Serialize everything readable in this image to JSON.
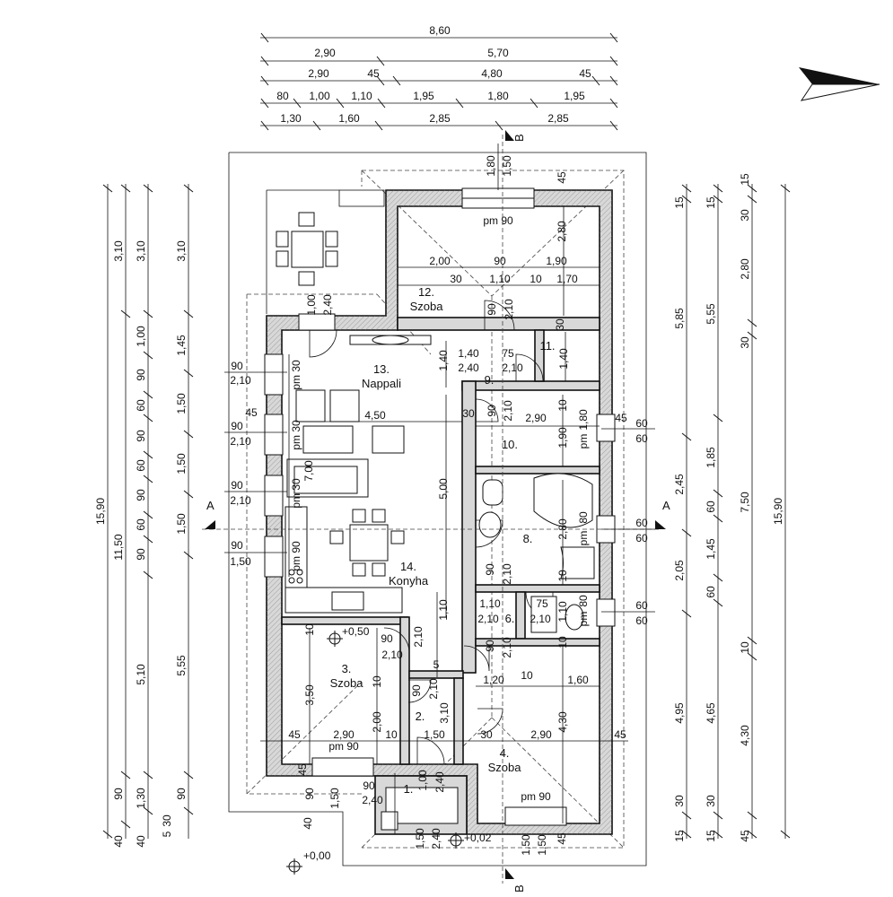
{
  "dims_top": {
    "row1": [
      "8,60"
    ],
    "row2": [
      "2,90",
      "5,70"
    ],
    "row3": [
      "2,90",
      "45",
      "4,80",
      "45"
    ],
    "row4": [
      "80",
      "1,00",
      "1,10",
      "1,95",
      "1,80",
      "1,95"
    ],
    "row5": [
      "1,30",
      "1,60",
      "2,85",
      "2,85"
    ]
  },
  "dims_left": {
    "total": "15,90",
    "col2": [
      "11,50",
      "5,10",
      "1,30",
      "40"
    ],
    "col3": [
      "3,10",
      "1,00",
      "90",
      "60",
      "90",
      "60",
      "90",
      "60",
      "90",
      "5,10",
      "90",
      "40"
    ],
    "col4": [
      "3,10",
      "1,45",
      "1,50",
      "1,50",
      "1,50",
      "5,55",
      "90",
      "30",
      "5"
    ]
  },
  "dims_right": {
    "total": "15,90",
    "col1": [
      "15",
      "5,85",
      "2,45",
      "2,05",
      "4,95",
      "30",
      "15"
    ],
    "col2": [
      "15",
      "5,55",
      "1,85",
      "60",
      "1,45",
      "60",
      "4,65",
      "30",
      "15"
    ],
    "col3": [
      "15",
      "30",
      "2,80",
      "30",
      "7,50",
      "10",
      "4,30",
      "45"
    ]
  },
  "section_marks": {
    "a": "A",
    "b": "B"
  },
  "rooms": [
    {
      "num": "12.",
      "name": "Szoba"
    },
    {
      "num": "11.",
      "name": ""
    },
    {
      "num": "13.",
      "name": "Nappali"
    },
    {
      "num": "9.",
      "name": ""
    },
    {
      "num": "10.",
      "name": ""
    },
    {
      "num": "8.",
      "name": ""
    },
    {
      "num": "14.",
      "name": "Konyha"
    },
    {
      "num": "6.",
      "name": ""
    },
    {
      "num": "3.",
      "name": "Szoba"
    },
    {
      "num": "2.",
      "name": ""
    },
    {
      "num": "4.",
      "name": "Szoba"
    },
    {
      "num": "1.",
      "name": ""
    }
  ],
  "levels": {
    "l1": "+0,50",
    "l2": "+0,02",
    "l3": "+0,00"
  },
  "interior_dims": {
    "r12_a": "2,00",
    "r12_b": "90",
    "r12_c": "1,90",
    "r12_d": "30",
    "r12_e": "1,10",
    "r12_f": "10",
    "r12_g": "1,70",
    "r12_h": "2,80",
    "r12_i": "45",
    "r12_j": "pm 90",
    "door12_a": "90",
    "door12_b": "2,10",
    "w30": "30",
    "r11_a": "75",
    "r11_b": "2,10",
    "r11_c": "1,40",
    "d13_a": "1,40",
    "d13_b": "2,40",
    "d13_c": "1,40",
    "w90a": "90",
    "w210a": "2,10",
    "pm30a": "pm 30",
    "w45a": "45",
    "w90b": "90",
    "w210b": "2,10",
    "pm30b": "pm 30",
    "r13_len": "4,50",
    "r13_30": "30",
    "w90c": "90",
    "w210c": "2,10",
    "pm30c": "pm 30",
    "r13_w": "7,00",
    "w90d": "90",
    "w150d": "1,50",
    "pm90d": "pm 90",
    "r14_h": "5,00",
    "r10_a": "90",
    "r10_b": "2,10",
    "r10_c": "10",
    "r10_d": "2,90",
    "r10_e": "1,90",
    "r10_f": "1,80",
    "r10_pm": "pm",
    "r10_45": "45",
    "r10_60a": "60",
    "r10_60b": "60",
    "r8_a": "2,80",
    "r8_b": "80",
    "r8_pm": "pm",
    "r8_c": "90",
    "r8_d": "2,10",
    "r8_e": "10",
    "r8_60a": "60",
    "r8_60b": "60",
    "r6_a": "1,10",
    "r6_b": "2,10",
    "r6_c": "75",
    "r6_d": "2,10",
    "r6_e": "1,10",
    "r6_f": "80",
    "r6_pm": "pm",
    "r6_60a": "60",
    "r6_60b": "60",
    "r6_g": "90",
    "r6_h": "2,10",
    "r6_i": "10",
    "hall_a": "1,10",
    "hall_b": "2,10",
    "hall_c": "5",
    "r3_a": "10",
    "r3_b": "90",
    "r3_c": "2,10",
    "r3_d": "3,50",
    "r3_e": "10",
    "r3_f": "2,00",
    "r3_g": "2,90",
    "r3_h": "45",
    "r3_pm": "pm 90",
    "r3_i": "10",
    "r2_a": "90",
    "r2_b": "2,10",
    "r2_c": "3,10",
    "r2_d": "1,50",
    "r4_a": "1,20",
    "r4_b": "10",
    "r4_c": "1,60",
    "r4_d": "4,30",
    "r4_e": "30",
    "r4_f": "2,90",
    "r4_g": "45",
    "r4_pm": "pm 90",
    "r1_a": "90",
    "r1_b": "2,40",
    "r1_c": "1,00",
    "r1_d": "2,40",
    "r1_e": "1,50",
    "r1_f": "2,40",
    "r1_g": "1,50",
    "r1_h": "1,50",
    "e_a": "45",
    "e_b": "90",
    "e_c": "1,50",
    "e_d": "40",
    "top_a": "1,80",
    "top_b": "1,50",
    "top_c": "45",
    "terr_a": "1,00",
    "terr_b": "2,40"
  }
}
